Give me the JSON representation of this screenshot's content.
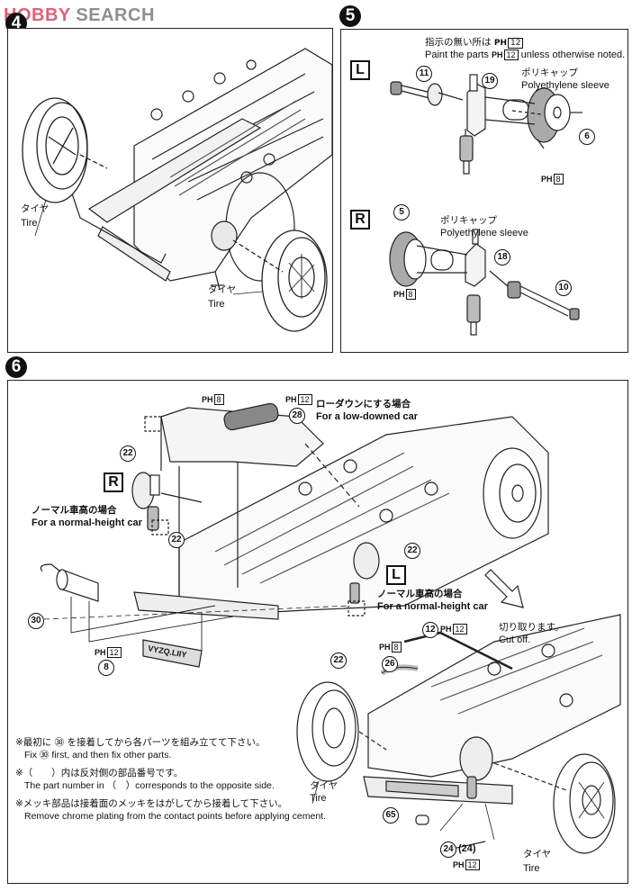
{
  "watermark": {
    "brand_a": "HOBBY",
    "brand_b": " SEARCH"
  },
  "steps": {
    "step4": {
      "number": "4",
      "tire_left": {
        "jp": "タイヤ",
        "en": "Tire"
      },
      "tire_right": {
        "jp": "タイヤ",
        "en": "Tire"
      }
    },
    "step5": {
      "number": "5",
      "paint_note_jp": "指示の無い所は",
      "paint_note_en_a": "Paint the parts",
      "paint_note_en_b": "unless otherwise noted.",
      "paint_code_prefix": "PH",
      "paint_code_default": "12",
      "left": {
        "side_label": "L",
        "parts": [
          "11",
          "19",
          "6"
        ],
        "sleeve_jp": "ポリキャップ",
        "sleeve_en": "Polyethylene sleeve",
        "paint_code": "8"
      },
      "right": {
        "side_label": "R",
        "parts": [
          "5",
          "18",
          "10"
        ],
        "sleeve_jp": "ポリキャップ",
        "sleeve_en": "Polyethylene sleeve",
        "paint_code": "8"
      }
    },
    "step6": {
      "number": "6",
      "paint_prefix": "PH",
      "paint_codes": {
        "subframe": "8",
        "part28": "12",
        "part8": "12",
        "part12": "12",
        "part26": "8",
        "part24": "12"
      },
      "parts": {
        "p22": "22",
        "p28": "28",
        "p30": "30",
        "p8": "8",
        "p12": "12",
        "p26": "26",
        "p65": "65",
        "p24": "24",
        "p24b": "(24)"
      },
      "side_R": "R",
      "side_L": "L",
      "low_down": {
        "jp": "ローダウンにする場合",
        "en": "For a low-downed car"
      },
      "normal_height_left": {
        "jp": "ノーマル車高の場合",
        "en": "For a normal-height car"
      },
      "normal_height_right": {
        "jp": "ノーマル車高の場合",
        "en": "For a normal-height car"
      },
      "cut_off": {
        "jp": "切り取ります。",
        "en": "Cut off."
      },
      "tire_left": {
        "jp": "タイヤ",
        "en": "Tire"
      },
      "tire_right": {
        "jp": "タイヤ",
        "en": "Tire"
      },
      "emblem_text": "VYZQ.LIIY",
      "notes": [
        {
          "jp": "※最初に ㉚ を接着してから各パーツを組み立てて下さい。",
          "en": "Fix ㉚ first, and then fix other parts."
        },
        {
          "jp": "※（　　）内は反対側の部品番号です。",
          "en": "The part number in （　）corresponds to the opposite side."
        },
        {
          "jp": "※メッキ部品は接着面のメッキをはがしてから接着して下さい。",
          "en": "Remove chrome plating from the contact points before applying cement."
        }
      ]
    }
  }
}
